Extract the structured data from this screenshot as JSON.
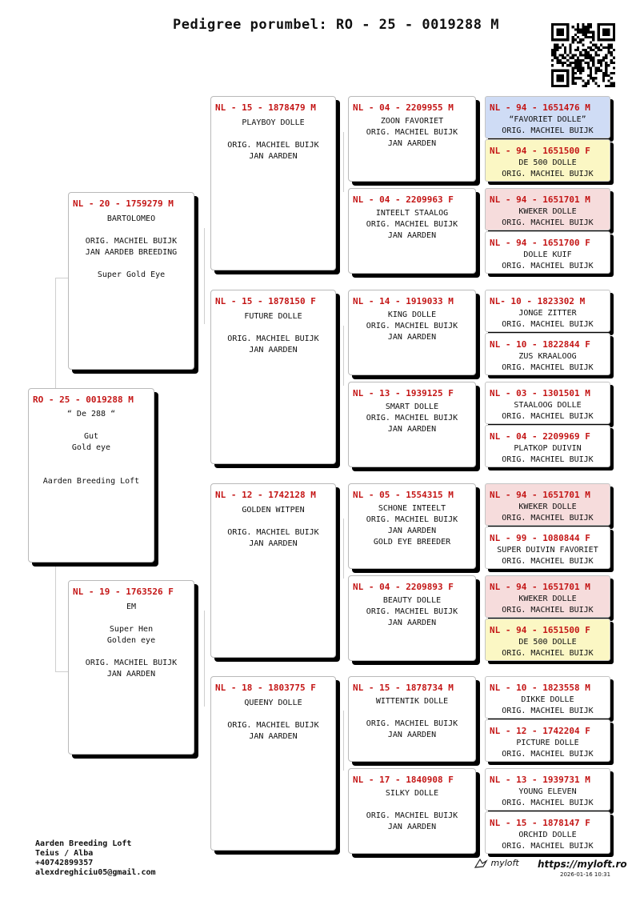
{
  "title": "Pedigree porumbel: RO - 25 - 0019288 M",
  "subject": {
    "ring": "RO - 25 - 0019288 M",
    "lines": [
      "“ De 288 “",
      "",
      "Gut",
      "Gold eye",
      "",
      "",
      "Aarden Breeding Loft"
    ]
  },
  "sire": {
    "ring": "NL - 20 - 1759279 M",
    "lines": [
      "BARTOLOMEO",
      "",
      "ORIG. MACHIEL BUIJK",
      "JAN AARDEB BREEDING",
      "",
      "Super Gold Eye"
    ]
  },
  "dam": {
    "ring": "NL - 19 - 1763526 F",
    "lines": [
      "EM",
      "",
      "Super Hen",
      "Golden eye",
      "",
      "ORIG. MACHIEL BUIJK",
      "JAN AARDEN"
    ]
  },
  "gen3": [
    {
      "ring": "NL - 15 - 1878479 M",
      "lines": [
        "PLAYBOY DOLLE",
        "",
        "ORIG. MACHIEL BUIJK",
        "JAN AARDEN"
      ]
    },
    {
      "ring": "NL - 15 - 1878150 F",
      "lines": [
        "FUTURE DOLLE",
        "",
        "ORIG. MACHIEL BUIJK",
        "JAN AARDEN"
      ]
    },
    {
      "ring": "NL - 12 - 1742128 M",
      "lines": [
        "GOLDEN WITPEN",
        "",
        "ORIG. MACHIEL BUIJK",
        "JAN AARDEN"
      ]
    },
    {
      "ring": "NL - 18 - 1803775 F",
      "lines": [
        "QUEENY DOLLE",
        "",
        "ORIG. MACHIEL BUIJK",
        "JAN AARDEN"
      ]
    }
  ],
  "gen4": [
    {
      "ring": "NL - 04 - 2209955 M",
      "lines": [
        "ZOON FAVORIET",
        "ORIG. MACHIEL BUIJK",
        "JAN AARDEN"
      ]
    },
    {
      "ring": "NL - 04 - 2209963 F",
      "lines": [
        "INTEELT STAALOG",
        "ORIG. MACHIEL BUIJK",
        "JAN AARDEN"
      ]
    },
    {
      "ring": "NL - 14 - 1919033 M",
      "lines": [
        "KING DOLLE",
        "ORIG. MACHIEL BUIJK",
        "JAN AARDEN"
      ]
    },
    {
      "ring": "NL - 13 - 1939125 F",
      "lines": [
        "SMART DOLLE",
        "ORIG. MACHIEL BUIJK",
        "JAN AARDEN"
      ]
    },
    {
      "ring": "NL - 05 - 1554315 M",
      "lines": [
        "SCHONE INTEELT",
        "ORIG. MACHIEL BUIJK",
        "JAN AARDEN",
        "GOLD EYE BREEDER"
      ]
    },
    {
      "ring": "NL - 04 - 2209893 F",
      "lines": [
        "BEAUTY DOLLE",
        "ORIG. MACHIEL BUIJK",
        "JAN AARDEN"
      ]
    },
    {
      "ring": "NL - 15 - 1878734 M",
      "lines": [
        "WITTENTIK DOLLE",
        "",
        "ORIG. MACHIEL BUIJK",
        "JAN AARDEN"
      ]
    },
    {
      "ring": "NL - 17 - 1840908 F",
      "lines": [
        "SILKY DOLLE",
        "",
        "ORIG. MACHIEL BUIJK",
        "JAN AARDEN"
      ]
    }
  ],
  "gen5": [
    {
      "ring": "NL - 94 - 1651476 M",
      "lines": [
        "“FAVORIET DOLLE”",
        "ORIG. MACHIEL BUIJK"
      ],
      "color": "#cfdcf5"
    },
    {
      "ring": "NL - 94 - 1651500 F",
      "lines": [
        "DE 500 DOLLE",
        "ORIG. MACHIEL BUIJK"
      ],
      "color": "#fbf7c4"
    },
    {
      "ring": "NL - 94 - 1651701 M",
      "lines": [
        "KWEKER DOLLE",
        "ORIG. MACHIEL BUIJK"
      ],
      "color": "#f6dcdc"
    },
    {
      "ring": "NL - 94 - 1651700 F",
      "lines": [
        "DOLLE KUIF",
        "ORIG. MACHIEL BUIJK"
      ],
      "color": "#ffffff"
    },
    {
      "ring": "NL- 10 - 1823302 M",
      "lines": [
        "JONGE ZITTER",
        "ORIG. MACHIEL BUIJK"
      ],
      "color": "#ffffff"
    },
    {
      "ring": "NL - 10 - 1822844 F",
      "lines": [
        "ZUS KRAALOOG",
        "ORIG. MACHIEL BUIJK"
      ],
      "color": "#ffffff"
    },
    {
      "ring": "NL - 03 - 1301501 M",
      "lines": [
        "STAALOOG DOLLE",
        "ORIG. MACHIEL BUIJK"
      ],
      "color": "#ffffff"
    },
    {
      "ring": "NL - 04 - 2209969 F",
      "lines": [
        "PLATKOP DUIVIN",
        "ORIG. MACHIEL BUIJK"
      ],
      "color": "#ffffff"
    },
    {
      "ring": "NL - 94 - 1651701 M",
      "lines": [
        "KWEKER DOLLE",
        "ORIG. MACHIEL BUIJK"
      ],
      "color": "#f6dcdc"
    },
    {
      "ring": "NL - 99 - 1080844 F",
      "lines": [
        "SUPER DUIVIN FAVORIET",
        "ORIG. MACHIEL BUIJK"
      ],
      "color": "#ffffff"
    },
    {
      "ring": "NL - 94 - 1651701 M",
      "lines": [
        "KWEKER DOLLE",
        "ORIG. MACHIEL BUIJK"
      ],
      "color": "#f6dcdc"
    },
    {
      "ring": "NL - 94 - 1651500 F",
      "lines": [
        "DE 500 DOLLE",
        "ORIG. MACHIEL BUIJK"
      ],
      "color": "#fbf7c4"
    },
    {
      "ring": "NL - 10 - 1823558 M",
      "lines": [
        "DIKKE DOLLE",
        "ORIG. MACHIEL BUIJK"
      ],
      "color": "#ffffff"
    },
    {
      "ring": "NL - 12 - 1742204 F",
      "lines": [
        "PICTURE DOLLE",
        "ORIG. MACHIEL BUIJK"
      ],
      "color": "#ffffff"
    },
    {
      "ring": "NL - 13 - 1939731 M",
      "lines": [
        "YOUNG ELEVEN",
        "ORIG. MACHIEL BUIJK"
      ],
      "color": "#ffffff"
    },
    {
      "ring": "NL - 15 - 1878147 F",
      "lines": [
        "ORCHID DOLLE",
        "ORIG. MACHIEL BUIJK"
      ],
      "color": "#ffffff"
    }
  ],
  "footer": {
    "loft": "Aarden Breeding Loft",
    "location": "Teius / Alba",
    "phone": "+40742899357",
    "email": "alexdreghiciu05@gmail.com",
    "logo_text": "myloft",
    "site": "https://myloft.ro",
    "generated": "2026-01-16 10:31"
  },
  "icons": [
    "qr-code-icon",
    "pigeon-logo-icon"
  ]
}
